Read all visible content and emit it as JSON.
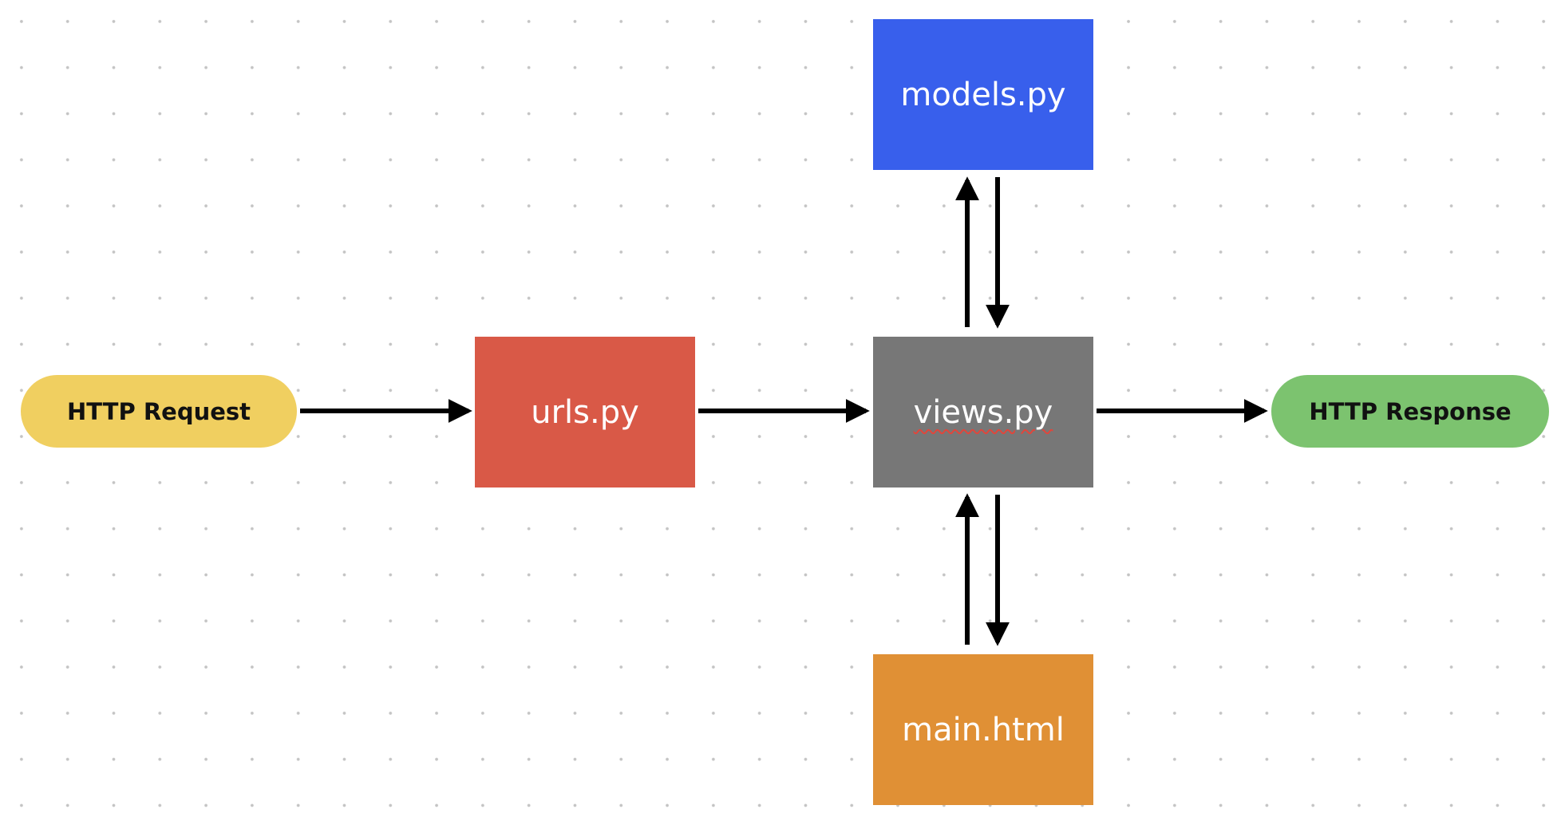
{
  "nodes": {
    "http_request": {
      "label": "HTTP Request",
      "color": "#f0cf60"
    },
    "urls": {
      "label": "urls.py",
      "color": "#d95947"
    },
    "views": {
      "label": "views.py",
      "color": "#777777"
    },
    "models": {
      "label": "models.py",
      "color": "#385fec"
    },
    "main_html": {
      "label": "main.html",
      "color": "#e09035"
    },
    "http_response": {
      "label": "HTTP Response",
      "color": "#7cc36f"
    }
  },
  "edges": [
    {
      "from": "HTTP Request",
      "to": "urls.py"
    },
    {
      "from": "urls.py",
      "to": "views.py"
    },
    {
      "from": "views.py",
      "to": "HTTP Response"
    },
    {
      "from": "views.py",
      "to": "models.py"
    },
    {
      "from": "models.py",
      "to": "views.py"
    },
    {
      "from": "views.py",
      "to": "main.html"
    },
    {
      "from": "main.html",
      "to": "views.py"
    }
  ]
}
